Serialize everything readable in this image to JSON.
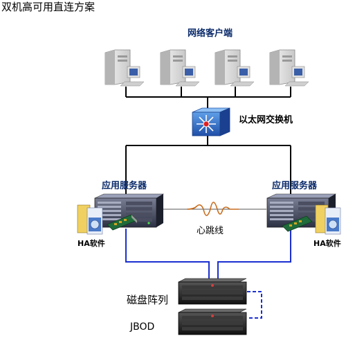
{
  "title": "双机高可用直连方案",
  "labels": {
    "clients": "网络客户端",
    "switch": "以太网交换机",
    "server_left": "应用服务器",
    "server_right": "应用服务器",
    "heartbeat": "心跳线",
    "ha_left": "HA软件",
    "ha_right": "HA软件",
    "disk_array": "磁盘阵列",
    "jbod": "JBOD"
  },
  "icons": {
    "client": "desktop-pc-icon",
    "switch": "network-switch-icon",
    "server": "rack-server-icon",
    "software": "software-box-icon",
    "storage": "rack-storage-icon"
  },
  "colors": {
    "network_line": "#000000",
    "storage_link": "#1a2fd0",
    "heartbeat_wave": "#c86a1a",
    "switch_body": "#2f6fd0",
    "label_blue": "#0a2a6a"
  }
}
